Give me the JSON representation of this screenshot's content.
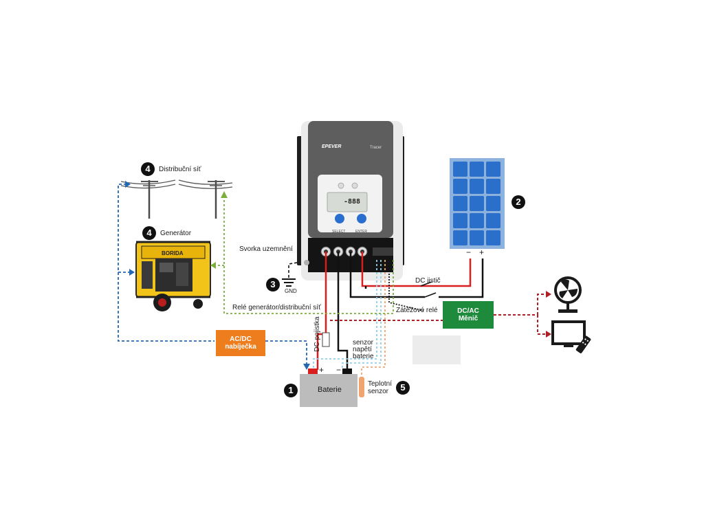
{
  "controller": {
    "brand": "EPEVER",
    "model": "Tracer",
    "lcd": "-888",
    "button_select": "SELECT",
    "button_enter": "ENTER"
  },
  "labels": {
    "distribution_grid": "Distribuční síť",
    "generator": "Generátor",
    "ground_terminal": "Svorka uzemnění",
    "gnd": "GND",
    "relay_generator_grid": "Relé generátor/distribuční síť",
    "dc_breaker": "DC jistič",
    "load_relay": "Zátěžové relé",
    "dc_fuse": "DC pojistka",
    "battery_voltage_sensor": [
      "senzor",
      "napětí",
      "baterie"
    ],
    "temperature_sensor": [
      "Teplotní",
      "senzor"
    ],
    "battery": "Baterie",
    "plus": "+",
    "minus": "−",
    "charger": [
      "AC/DC",
      "nabíječka"
    ],
    "inverter": [
      "DC/AC",
      "Měnič"
    ],
    "generator_brand": "BORIDA"
  },
  "badges": {
    "battery": "1",
    "solar": "2",
    "ground": "3",
    "grid": "4",
    "generator": "4",
    "temp_sensor": "5"
  },
  "colors": {
    "dc_positive": "#d81e1e",
    "dc_negative": "#111111",
    "ac_link": "#2468b4",
    "relay_link": "#7cae3c",
    "load_link": "#b01e28",
    "charger": "#ee7d1e",
    "inverter": "#1e8a3c",
    "battery": "#bcbcbc",
    "solar_frame": "#8eb2de",
    "solar_cell": "#2a6fc9",
    "controller": "#5e5e5e",
    "sensor_cyan": "#8fd0ea",
    "sensor_orange": "#f0a470"
  },
  "icons": [
    "power-line-icon",
    "generator-icon",
    "solar-panel-icon",
    "charge-controller-icon",
    "fan-icon",
    "tv-icon",
    "remote-control-icon",
    "ground-icon",
    "fuse-icon",
    "battery-icon",
    "temperature-sensor-icon"
  ]
}
